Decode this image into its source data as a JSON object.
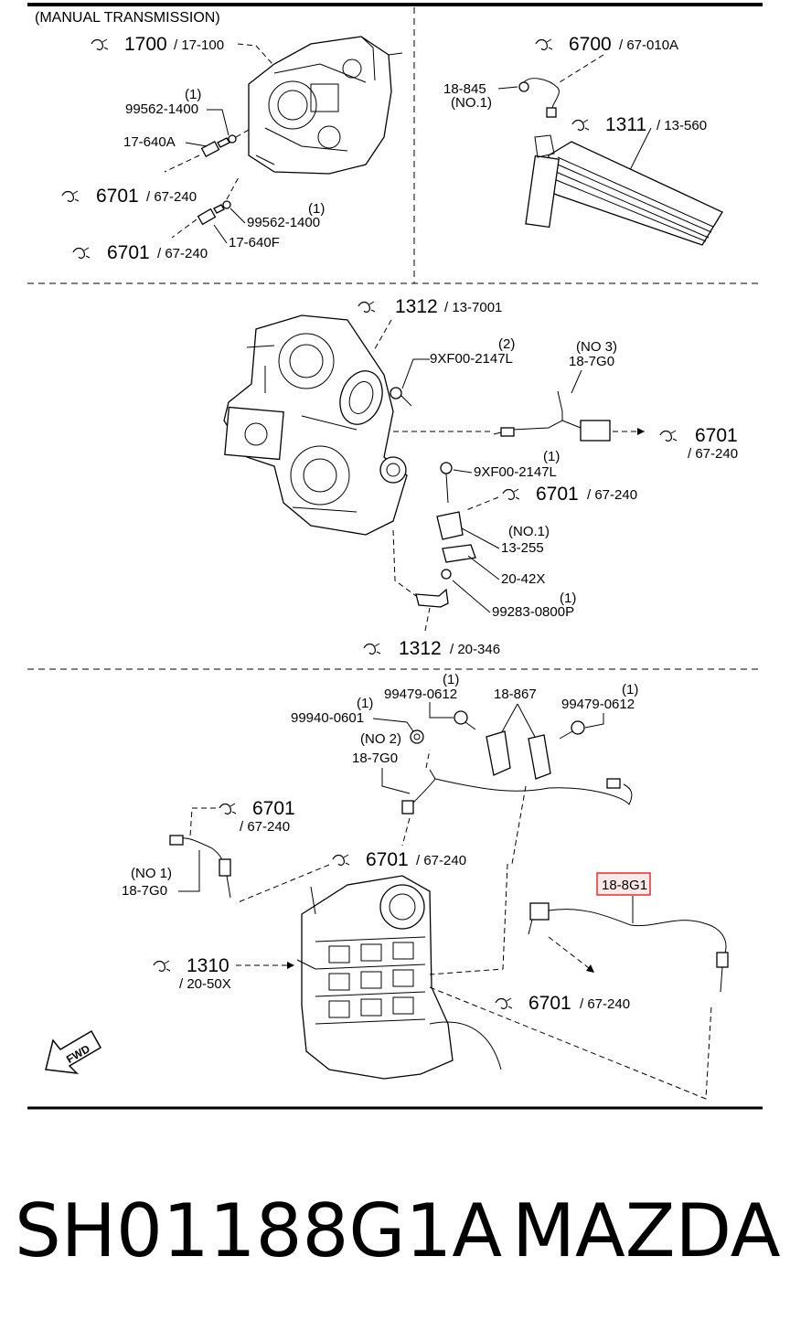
{
  "sections": {
    "top_left_title": "(MANUAL TRANSMISSION)"
  },
  "refs": {
    "r1700": "1700",
    "r1700s": "/ 17-100",
    "r6700": "6700",
    "r6700s": "/ 67-010A",
    "r1311": "1311",
    "r1311s": "/ 13-560",
    "r1312a": "1312",
    "r1312as": "/ 13-7001",
    "r1312b": "1312",
    "r1312bs": "/ 20-346",
    "r1310": "1310",
    "r1310s": "/ 20-50X",
    "r6701": "6701",
    "r6701s": "/ 67-240"
  },
  "labels": {
    "q1": "(1)",
    "q2": "(2)",
    "p99562": "99562-1400",
    "p17640A": "17-640A",
    "p17640F": "17-640F",
    "p18845": "18-845",
    "no1": "(NO.1)",
    "no1b": "(NO 1)",
    "no2": "(NO 2)",
    "no3": "(NO 3)",
    "p187G0": "18-7G0",
    "p9XF00": "9XF00-2147L",
    "p13255": "13-255",
    "p2042X": "20-42X",
    "p99283": "99283-0800P",
    "p99479": "99479-0612",
    "p99940": "99940-0601",
    "p18867": "18-867",
    "p188G1": "18-8G1",
    "fwd": "FWD"
  },
  "footer": {
    "part_number": "SH01188G1A",
    "brand": "MAZDA"
  },
  "colors": {
    "highlight_box": "#e03030",
    "highlight_fill": "#fde8e8",
    "line": "#000000",
    "background": "#ffffff"
  }
}
